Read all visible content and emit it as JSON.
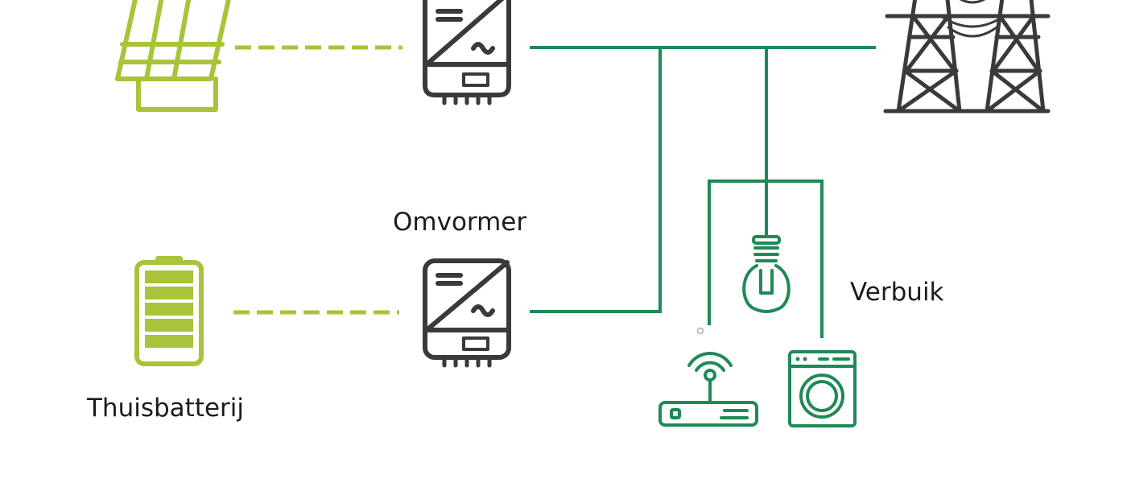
{
  "labels": {
    "inverter": "Omvormer",
    "consumption": "Verbuik",
    "home_battery": "Thuisbatterij"
  },
  "icons": [
    "solar-panel-icon",
    "inverter-icon",
    "home-battery-icon",
    "power-pylon-icon",
    "light-bulb-icon",
    "wifi-router-icon",
    "washing-machine-icon"
  ],
  "colors": {
    "dc_link": "#a8c43a",
    "ac_wiring": "#1e8a55",
    "device_outline": "#3a3a3a",
    "label_text": "#1b1b1b",
    "background": "#ffffff"
  }
}
